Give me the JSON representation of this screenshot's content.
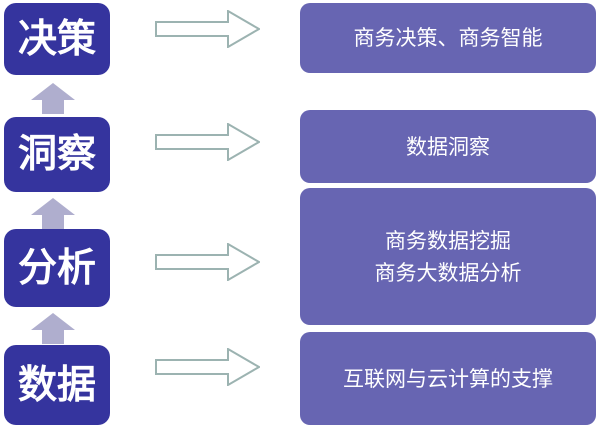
{
  "diagram": {
    "type": "flow-hierarchy",
    "stages": [
      {
        "id": "decision",
        "label": "决策",
        "detail_lines": [
          "商务决策、商务智能"
        ]
      },
      {
        "id": "insight",
        "label": "洞察",
        "detail_lines": [
          "数据洞察"
        ]
      },
      {
        "id": "analysis",
        "label": "分析",
        "detail_lines": [
          "商务数据挖掘",
          "商务大数据分析"
        ]
      },
      {
        "id": "data",
        "label": "数据",
        "detail_lines": [
          "互联网与云计算的支撑"
        ]
      }
    ],
    "icons": {
      "up_arrow": "block-arrow-up",
      "right_arrow": "block-arrow-right"
    },
    "colors": {
      "stage_box": "#35349E",
      "detail_box": "#6765B2",
      "up_arrow": "#AFAECE",
      "right_arrow_fill": "#FFFFFF",
      "right_arrow_border": "#9CB3B1",
      "text": "#FFFFFF",
      "background": "#FFFFFF"
    }
  }
}
